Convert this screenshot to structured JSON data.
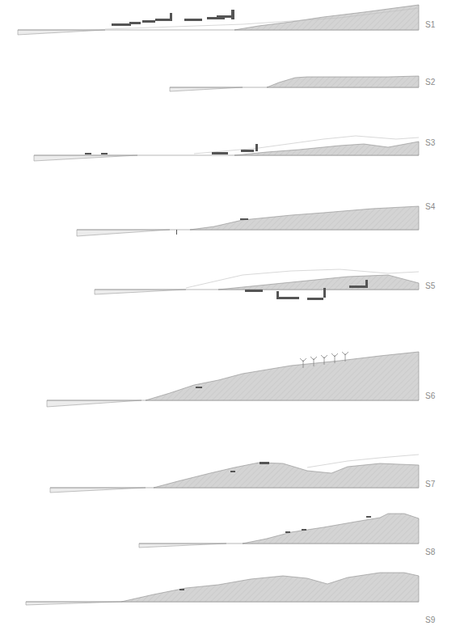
{
  "diagram": {
    "labels": [
      "S1",
      "S2",
      "S3",
      "S4",
      "S5",
      "S6",
      "S7",
      "S8",
      "S9"
    ]
  }
}
